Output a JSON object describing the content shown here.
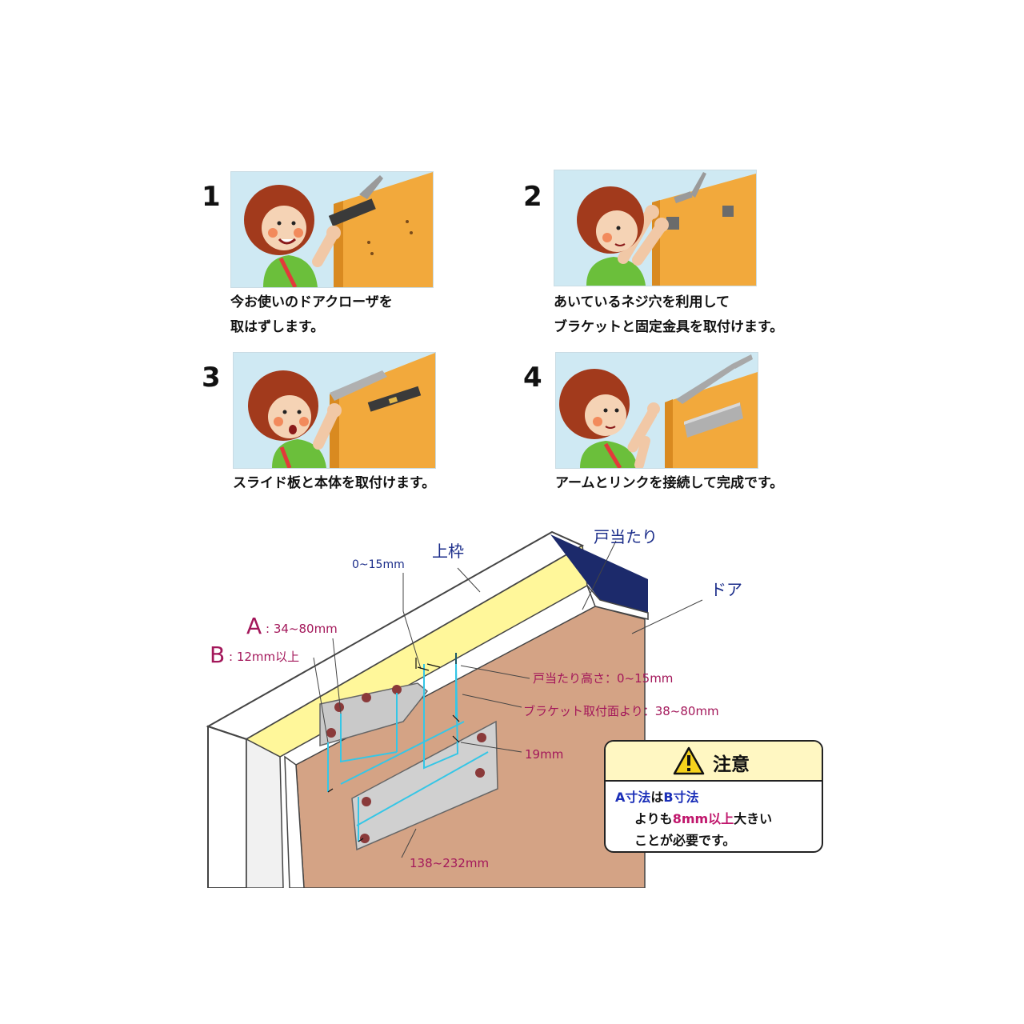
{
  "steps": [
    {
      "number": "1",
      "caption_lines": [
        "今お使いのドアクローザを",
        "取はずします。"
      ]
    },
    {
      "number": "2",
      "caption_lines": [
        "あいているネジ穴を利用して",
        "ブラケットと固定金具を取付けます。"
      ]
    },
    {
      "number": "3",
      "caption_lines": [
        "スライド板と本体を取付けます。"
      ]
    },
    {
      "number": "4",
      "caption_lines": [
        "アームとリンクを接続して完成です。"
      ]
    }
  ],
  "diagram": {
    "labels": {
      "upper_frame": "上枠",
      "door_stop": "戸当たり",
      "door": "ドア",
      "gap": "0~15mm",
      "a_letter": "A",
      "a_range": ": 34~80mm",
      "b_letter": "B",
      "b_range": ": 12mm以上",
      "stop_height": "戸当たり高さ：0~15mm",
      "from_bracket": "ブラケット取付面より：38~80mm",
      "plate_height": "19mm",
      "plate_length": "138~232mm"
    }
  },
  "notice": {
    "title": "注意",
    "line1_a": "A寸法",
    "line1_ha": "は",
    "line1_b": "B寸法",
    "line2_pre": "よりも",
    "line2_hl": "8mm以上",
    "line2_post": "大きい",
    "line3": "ことが必要です。"
  },
  "colors": {
    "panel_bg": "#cfe9f3",
    "door_orange": "#f2a93c",
    "door_face": "#d4a385",
    "door_stop": "#1c2a6b",
    "dimension_line": "#35c6e6",
    "label_magenta": "#a3175a",
    "label_navy": "#1b2d8a",
    "note_header": "#fff7c2"
  }
}
